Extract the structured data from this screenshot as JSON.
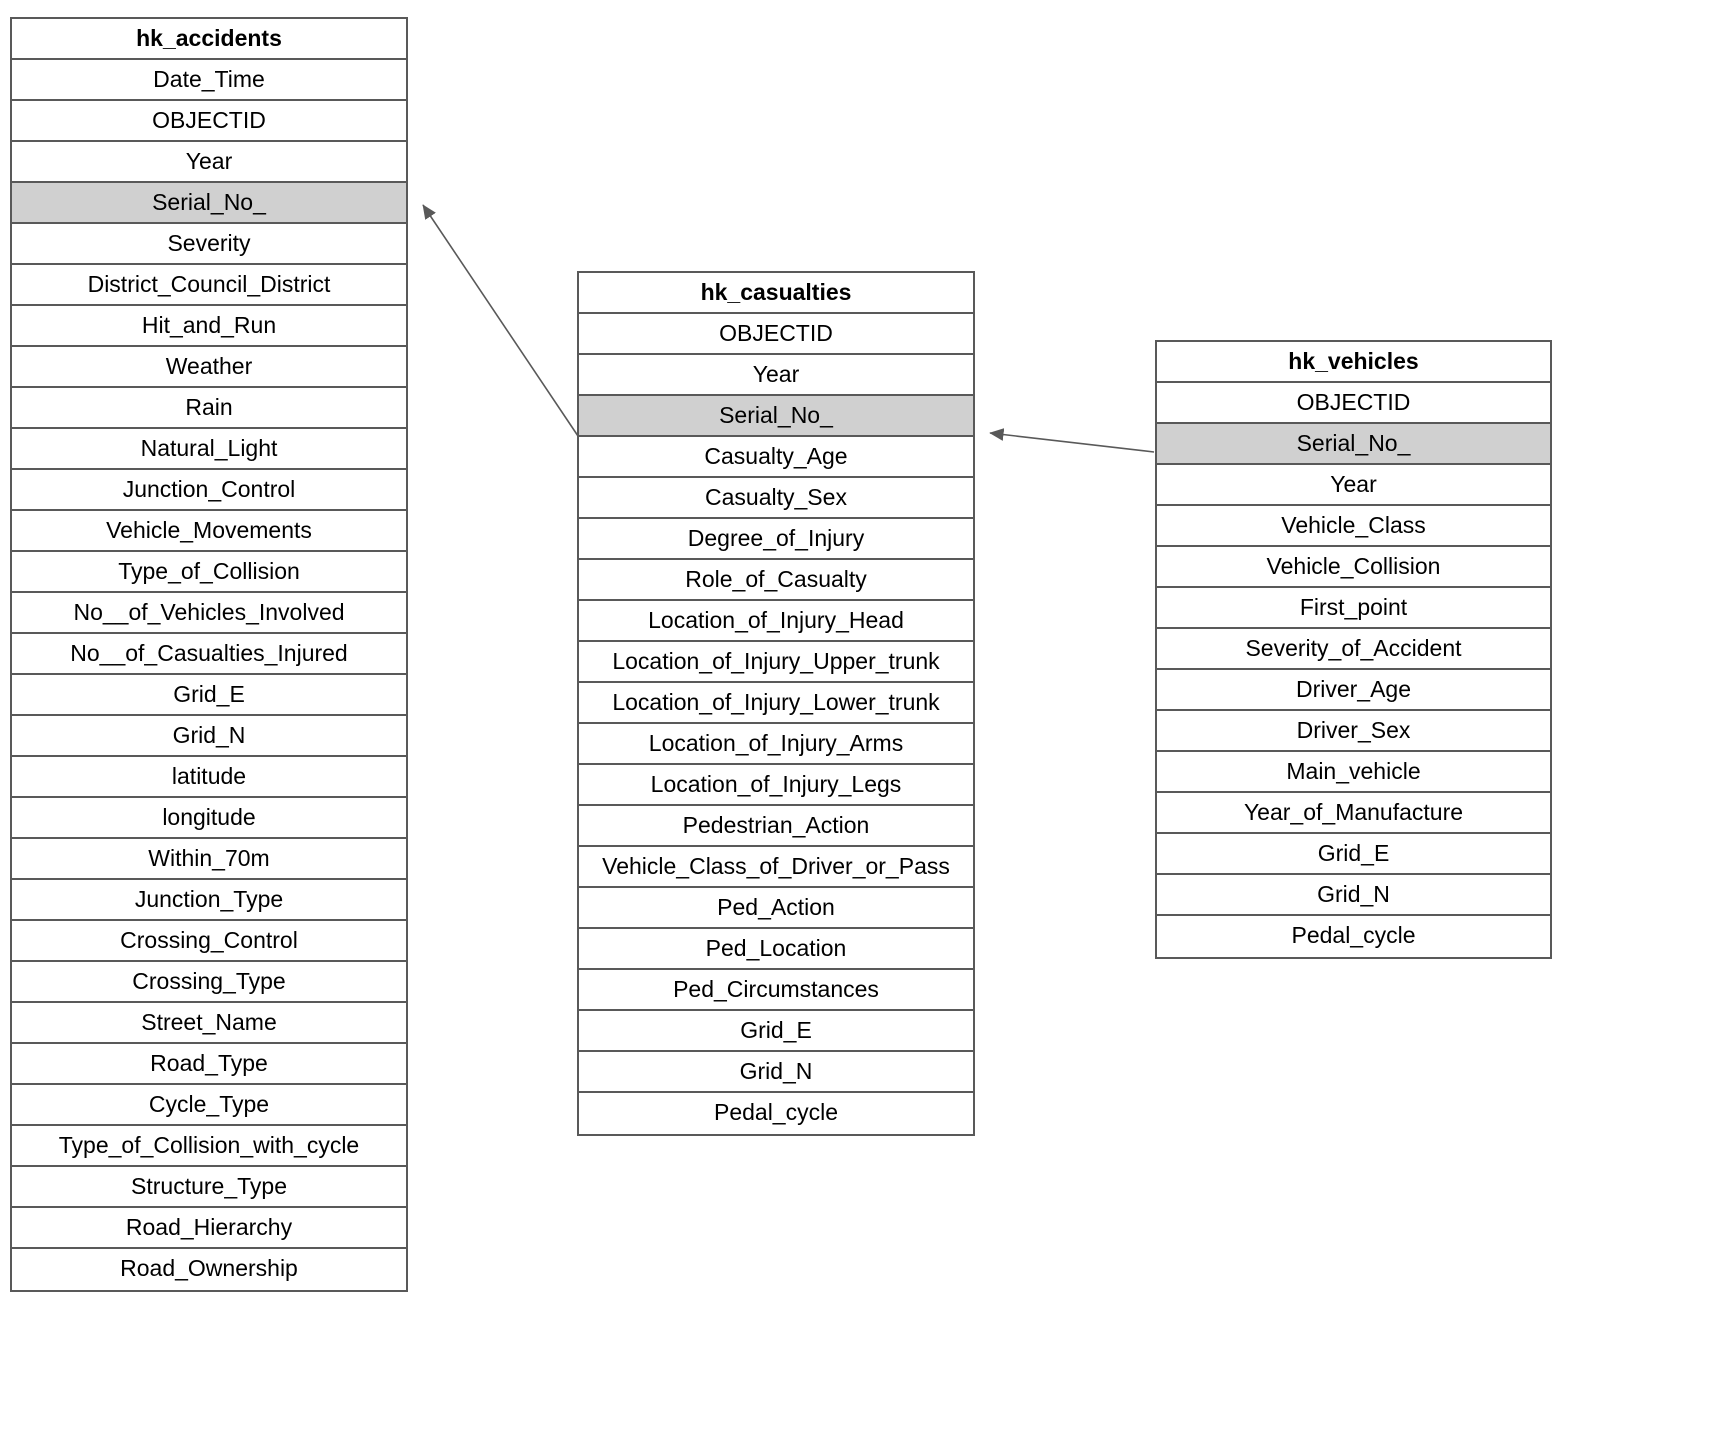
{
  "diagram": {
    "type": "entity-relationship-diagram",
    "background_color": "#ffffff",
    "border_color": "#595959",
    "key_highlight_color": "#d0d0d0",
    "connector_color": "#595959"
  },
  "entities": [
    {
      "id": "hk_accidents",
      "name": "hk_accidents",
      "attributes": [
        {
          "name": "Date_Time",
          "key": false
        },
        {
          "name": "OBJECTID",
          "key": false
        },
        {
          "name": "Year",
          "key": false
        },
        {
          "name": "Serial_No_",
          "key": true
        },
        {
          "name": "Severity",
          "key": false
        },
        {
          "name": "District_Council_District",
          "key": false
        },
        {
          "name": "Hit_and_Run",
          "key": false
        },
        {
          "name": "Weather",
          "key": false
        },
        {
          "name": "Rain",
          "key": false
        },
        {
          "name": "Natural_Light",
          "key": false
        },
        {
          "name": "Junction_Control",
          "key": false
        },
        {
          "name": "Vehicle_Movements",
          "key": false
        },
        {
          "name": "Type_of_Collision",
          "key": false
        },
        {
          "name": "No__of_Vehicles_Involved",
          "key": false
        },
        {
          "name": "No__of_Casualties_Injured",
          "key": false
        },
        {
          "name": "Grid_E",
          "key": false
        },
        {
          "name": "Grid_N",
          "key": false
        },
        {
          "name": "latitude",
          "key": false
        },
        {
          "name": "longitude",
          "key": false
        },
        {
          "name": "Within_70m",
          "key": false
        },
        {
          "name": "Junction_Type",
          "key": false
        },
        {
          "name": "Crossing_Control",
          "key": false
        },
        {
          "name": "Crossing_Type",
          "key": false
        },
        {
          "name": "Street_Name",
          "key": false
        },
        {
          "name": "Road_Type",
          "key": false
        },
        {
          "name": "Cycle_Type",
          "key": false
        },
        {
          "name": "Type_of_Collision_with_cycle",
          "key": false
        },
        {
          "name": "Structure_Type",
          "key": false
        },
        {
          "name": "Road_Hierarchy",
          "key": false
        },
        {
          "name": "Road_Ownership",
          "key": false
        }
      ]
    },
    {
      "id": "hk_casualties",
      "name": "hk_casualties",
      "attributes": [
        {
          "name": "OBJECTID",
          "key": false
        },
        {
          "name": "Year",
          "key": false
        },
        {
          "name": "Serial_No_",
          "key": true
        },
        {
          "name": "Casualty_Age",
          "key": false
        },
        {
          "name": "Casualty_Sex",
          "key": false
        },
        {
          "name": "Degree_of_Injury",
          "key": false
        },
        {
          "name": "Role_of_Casualty",
          "key": false
        },
        {
          "name": "Location_of_Injury_Head",
          "key": false
        },
        {
          "name": "Location_of_Injury_Upper_trunk",
          "key": false
        },
        {
          "name": "Location_of_Injury_Lower_trunk",
          "key": false
        },
        {
          "name": "Location_of_Injury_Arms",
          "key": false
        },
        {
          "name": "Location_of_Injury_Legs",
          "key": false
        },
        {
          "name": "Pedestrian_Action",
          "key": false
        },
        {
          "name": "Vehicle_Class_of_Driver_or_Pass",
          "key": false
        },
        {
          "name": "Ped_Action",
          "key": false
        },
        {
          "name": "Ped_Location",
          "key": false
        },
        {
          "name": "Ped_Circumstances",
          "key": false
        },
        {
          "name": "Grid_E",
          "key": false
        },
        {
          "name": "Grid_N",
          "key": false
        },
        {
          "name": "Pedal_cycle",
          "key": false
        }
      ]
    },
    {
      "id": "hk_vehicles",
      "name": "hk_vehicles",
      "attributes": [
        {
          "name": "OBJECTID",
          "key": false
        },
        {
          "name": "Serial_No_",
          "key": true
        },
        {
          "name": "Year",
          "key": false
        },
        {
          "name": "Vehicle_Class",
          "key": false
        },
        {
          "name": "Vehicle_Collision",
          "key": false
        },
        {
          "name": "First_point",
          "key": false
        },
        {
          "name": "Severity_of_Accident",
          "key": false
        },
        {
          "name": "Driver_Age",
          "key": false
        },
        {
          "name": "Driver_Sex",
          "key": false
        },
        {
          "name": "Main_vehicle",
          "key": false
        },
        {
          "name": "Year_of_Manufacture",
          "key": false
        },
        {
          "name": "Grid_E",
          "key": false
        },
        {
          "name": "Grid_N",
          "key": false
        },
        {
          "name": "Pedal_cycle",
          "key": false
        }
      ]
    }
  ],
  "relationships": [
    {
      "id": "casualties-to-accidents",
      "from": "hk_casualties.Serial_No_",
      "to": "hk_accidents.Serial_No_",
      "arrow_at": "to"
    },
    {
      "id": "vehicles-to-casualties",
      "from": "hk_vehicles.Serial_No_",
      "to": "hk_casualties.Serial_No_",
      "arrow_at": "to"
    }
  ]
}
